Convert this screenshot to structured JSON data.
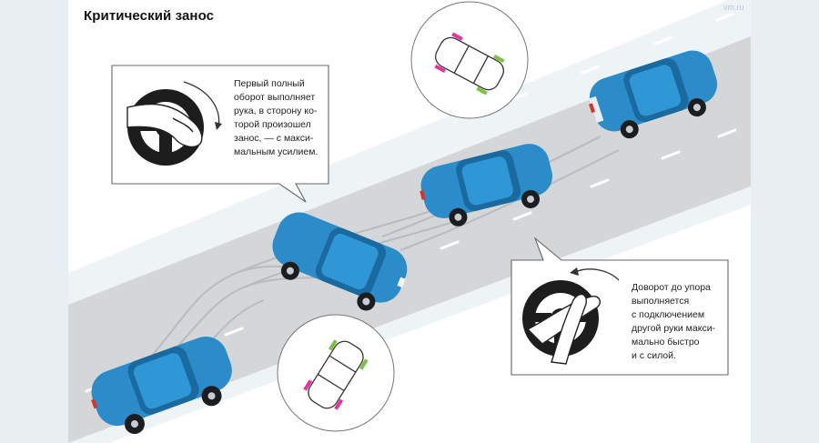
{
  "title": "Критический занос",
  "watermark": "vm.ru",
  "callouts": {
    "first_turn": {
      "text": "Первый полный\nоборот выполняет\nрука, в сторону ко-\nторой произошел\nзанос, — с макси-\nмальным усилием."
    },
    "second_turn": {
      "text": "Доворот до упора\nвыполняется\nс подключением\nдругой руки макси-\nмально быстро\nи с силой."
    }
  },
  "colors": {
    "car_body": "#2b8cc9",
    "car_dark": "#1a6aa0",
    "road": "#d3d5d7",
    "snow": "#f4f7f9",
    "wheel_tag_front": "#e0359a",
    "wheel_tag_rear": "#7dc242"
  }
}
